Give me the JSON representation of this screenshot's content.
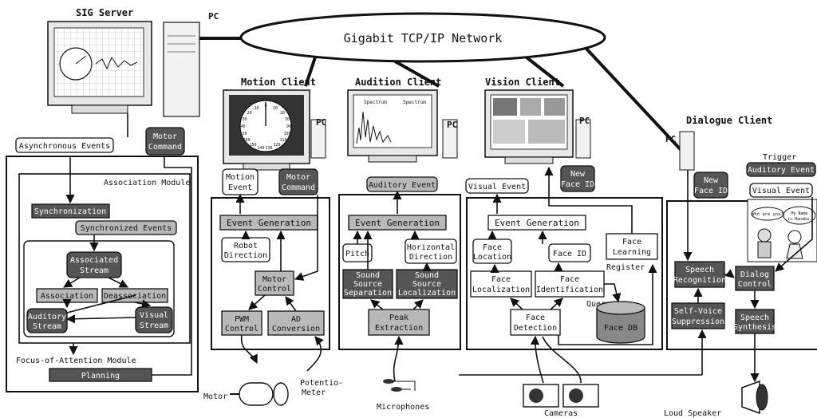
{
  "network": {
    "label": "Gigabit TCP/IP Network"
  },
  "sig_server": {
    "title": "SIG Server",
    "pc": "PC",
    "async_events": "Asynchronous Events",
    "motor_command": [
      "Motor",
      "Command"
    ],
    "assoc_module": "Association Module",
    "synchronization": "Synchronization",
    "synchronized_events": "Synchronized Events",
    "associated_stream": [
      "Associated",
      "Stream"
    ],
    "association": "Association",
    "deassociation": "Deassociation",
    "auditory_stream": [
      "Auditory",
      "Stream"
    ],
    "visual_stream": [
      "Visual",
      "Stream"
    ],
    "foa_module": "Focus-of-Attention Module",
    "planning": "Planning"
  },
  "motion_client": {
    "title": "Motion Client",
    "pc": "PC",
    "motion_event": [
      "Motion",
      "Event"
    ],
    "motor_command": [
      "Motor",
      "Command"
    ],
    "event_generation": "Event Generation",
    "robot_direction": [
      "Robot",
      "Direction"
    ],
    "motor_control": [
      "Motor",
      "Control"
    ],
    "pwm_control": [
      "PWM",
      "Control"
    ],
    "ad_conversion": [
      "AD",
      "Conversion"
    ],
    "motor": "Motor",
    "potentiometer": [
      "Potentio-",
      "Meter"
    ],
    "gauge_ticks": [
      "0",
      "10",
      "20",
      "30",
      "-10",
      "-20",
      "-30",
      "-40",
      "-50",
      "90",
      "100",
      "110",
      "120",
      "130",
      "140",
      "150",
      "160"
    ]
  },
  "audition_client": {
    "title": "Audition Client",
    "pc": "PC",
    "auditory_event": "Auditory Event",
    "event_generation": "Event Generation",
    "pitch": "Pitch",
    "horizontal_direction": [
      "Horizontal",
      "Direction"
    ],
    "sound_sep": [
      "Sound",
      "Source",
      "Separation"
    ],
    "sound_loc": [
      "Sound",
      "Source",
      "Localization"
    ],
    "peak_extraction": [
      "Peak",
      "Extraction"
    ],
    "microphones": "Microphones",
    "screen_labels": [
      "Spectrum",
      "Spectrum"
    ]
  },
  "vision_client": {
    "title": "Vision Client",
    "pc": "PC",
    "visual_event": "Visual Event",
    "new_face_id": [
      "New",
      "Face ID"
    ],
    "event_generation": "Event Generation",
    "face_location": [
      "Face",
      "Location"
    ],
    "face_id": "Face ID",
    "face_learning": [
      "Face",
      "Learning"
    ],
    "register": "Register",
    "face_localization": [
      "Face",
      "Localization"
    ],
    "face_identification": [
      "Face",
      "Identification"
    ],
    "query": "Query",
    "face_db": "Face DB",
    "face_detection": [
      "Face",
      "Detection"
    ],
    "cameras": "Cameras"
  },
  "dialogue_client": {
    "title": "Dialogue Client",
    "pc": "PC",
    "trigger": "Trigger",
    "auditory_event": "Auditory Event",
    "visual_event": "Visual Event",
    "new_face_id": [
      "New",
      "Face ID"
    ],
    "speech_recognition": [
      "Speech",
      "Recognition"
    ],
    "dialog_control": [
      "Dialog",
      "Control"
    ],
    "self_voice": [
      "Self-Voice",
      "Suppression"
    ],
    "speech_synthesis": [
      "Speech",
      "Synthesis"
    ],
    "loud_speaker": "Loud Speaker",
    "bubble1": "Who are you?",
    "bubble2": [
      "My Name",
      "is Hanako."
    ]
  },
  "colors": {
    "dark_box": "#555555",
    "gray_box": "#b9b9b9",
    "line": "#111111"
  }
}
